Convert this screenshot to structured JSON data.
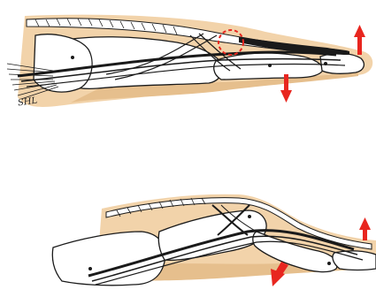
{
  "figure": {
    "panels": [
      {
        "id": "top",
        "label": ""
      },
      {
        "id": "bottom",
        "label": ""
      }
    ],
    "signature": "SHL",
    "colors": {
      "skin": "#f2d3aa",
      "skin_dark": "#e6bf8d",
      "bone_fill": "#ffffff",
      "ink": "#1a1a1a",
      "arrow": "#e8261f",
      "highlight_circle": "#e8261f"
    },
    "icons": [
      "arrow-up-icon",
      "arrow-down-icon",
      "dashed-circle-highlight"
    ]
  }
}
